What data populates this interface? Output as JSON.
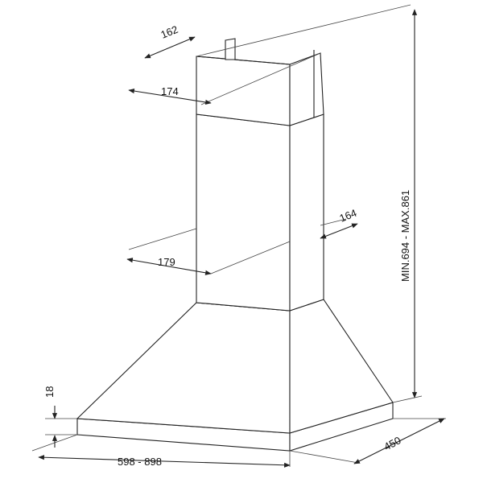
{
  "dimensions": {
    "d162": "162",
    "d174": "174",
    "d164": "164",
    "d179": "179",
    "d18": "18",
    "d598": "598 - 898",
    "d450": "450",
    "height": "MIN.694 - MAX.861"
  }
}
